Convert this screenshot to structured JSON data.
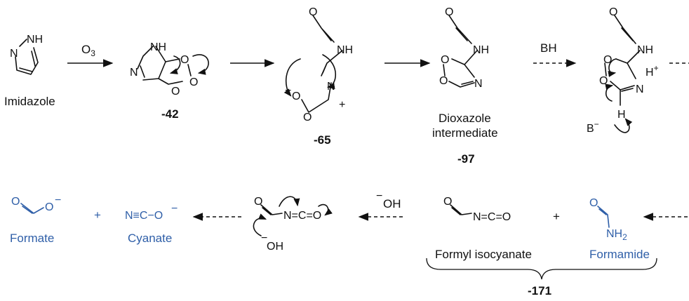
{
  "reagents": {
    "ozone": "O",
    "ozone_sub": "3",
    "acid": "BH",
    "hydroxide_sign": "−",
    "hydroxide_1": "OH",
    "hydroxide_2": "OH"
  },
  "row1": {
    "imidazole": {
      "name": "Imidazole",
      "nh": "NH",
      "n": "N"
    },
    "ozonide": {
      "value": "-42",
      "nh": "NH",
      "n": "N",
      "o": "O"
    },
    "zwitterion": {
      "value": "-65",
      "o": "O",
      "nh": "NH",
      "n": "N",
      "minus": "−",
      "plus": "+"
    },
    "dioxazole": {
      "name_line1": "Dioxazole",
      "name_line2": "intermediate",
      "value": "-97",
      "o": "O",
      "nh": "NH",
      "n": "N"
    },
    "protonated": {
      "o": "O",
      "nh": "NH",
      "n": "N",
      "h": "H",
      "hplus": "H",
      "plus_sup": "+",
      "base": "B",
      "base_minus": "−"
    }
  },
  "row2": {
    "formate": {
      "name": "Formate",
      "o": "O",
      "minus": "−"
    },
    "plus_sign": "+",
    "cyanate": {
      "name": "Cyanate",
      "formula": "N≡C−O",
      "minus": "−"
    },
    "attack": {
      "o": "O",
      "chain": "N=C=O"
    },
    "formyl_isocyanate": {
      "name": "Formyl isocyanate",
      "o": "O",
      "chain": "N=C=O"
    },
    "plus_sign_2": "+",
    "formamide": {
      "name": "Formamide",
      "o": "O",
      "nh": "NH",
      "nh_sub": "2"
    },
    "combined_value": "-171"
  }
}
